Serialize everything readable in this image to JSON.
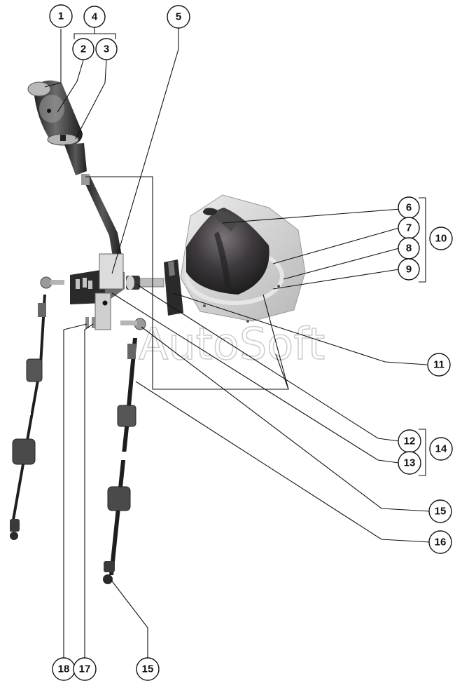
{
  "watermark": "AutoSoft",
  "callouts": [
    {
      "id": "c1",
      "label": "1"
    },
    {
      "id": "c2",
      "label": "2"
    },
    {
      "id": "c3",
      "label": "3"
    },
    {
      "id": "c4",
      "label": "4"
    },
    {
      "id": "c5",
      "label": "5"
    },
    {
      "id": "c6",
      "label": "6"
    },
    {
      "id": "c7",
      "label": "7"
    },
    {
      "id": "c8",
      "label": "8"
    },
    {
      "id": "c9",
      "label": "9"
    },
    {
      "id": "c10",
      "label": "10"
    },
    {
      "id": "c11",
      "label": "11"
    },
    {
      "id": "c12",
      "label": "12"
    },
    {
      "id": "c13",
      "label": "13"
    },
    {
      "id": "c14",
      "label": "14"
    },
    {
      "id": "c15a",
      "label": "15"
    },
    {
      "id": "c16",
      "label": "16"
    },
    {
      "id": "c18",
      "label": "18"
    },
    {
      "id": "c17",
      "label": "17"
    },
    {
      "id": "c15b",
      "label": "15"
    }
  ],
  "colors": {
    "part_dark": "#1c1c1c",
    "part_mid": "#4a4a4a",
    "part_light": "#8a8a8a",
    "boot": "#3a3a3e",
    "plate": "#d6d6d6",
    "line": "#111111"
  }
}
